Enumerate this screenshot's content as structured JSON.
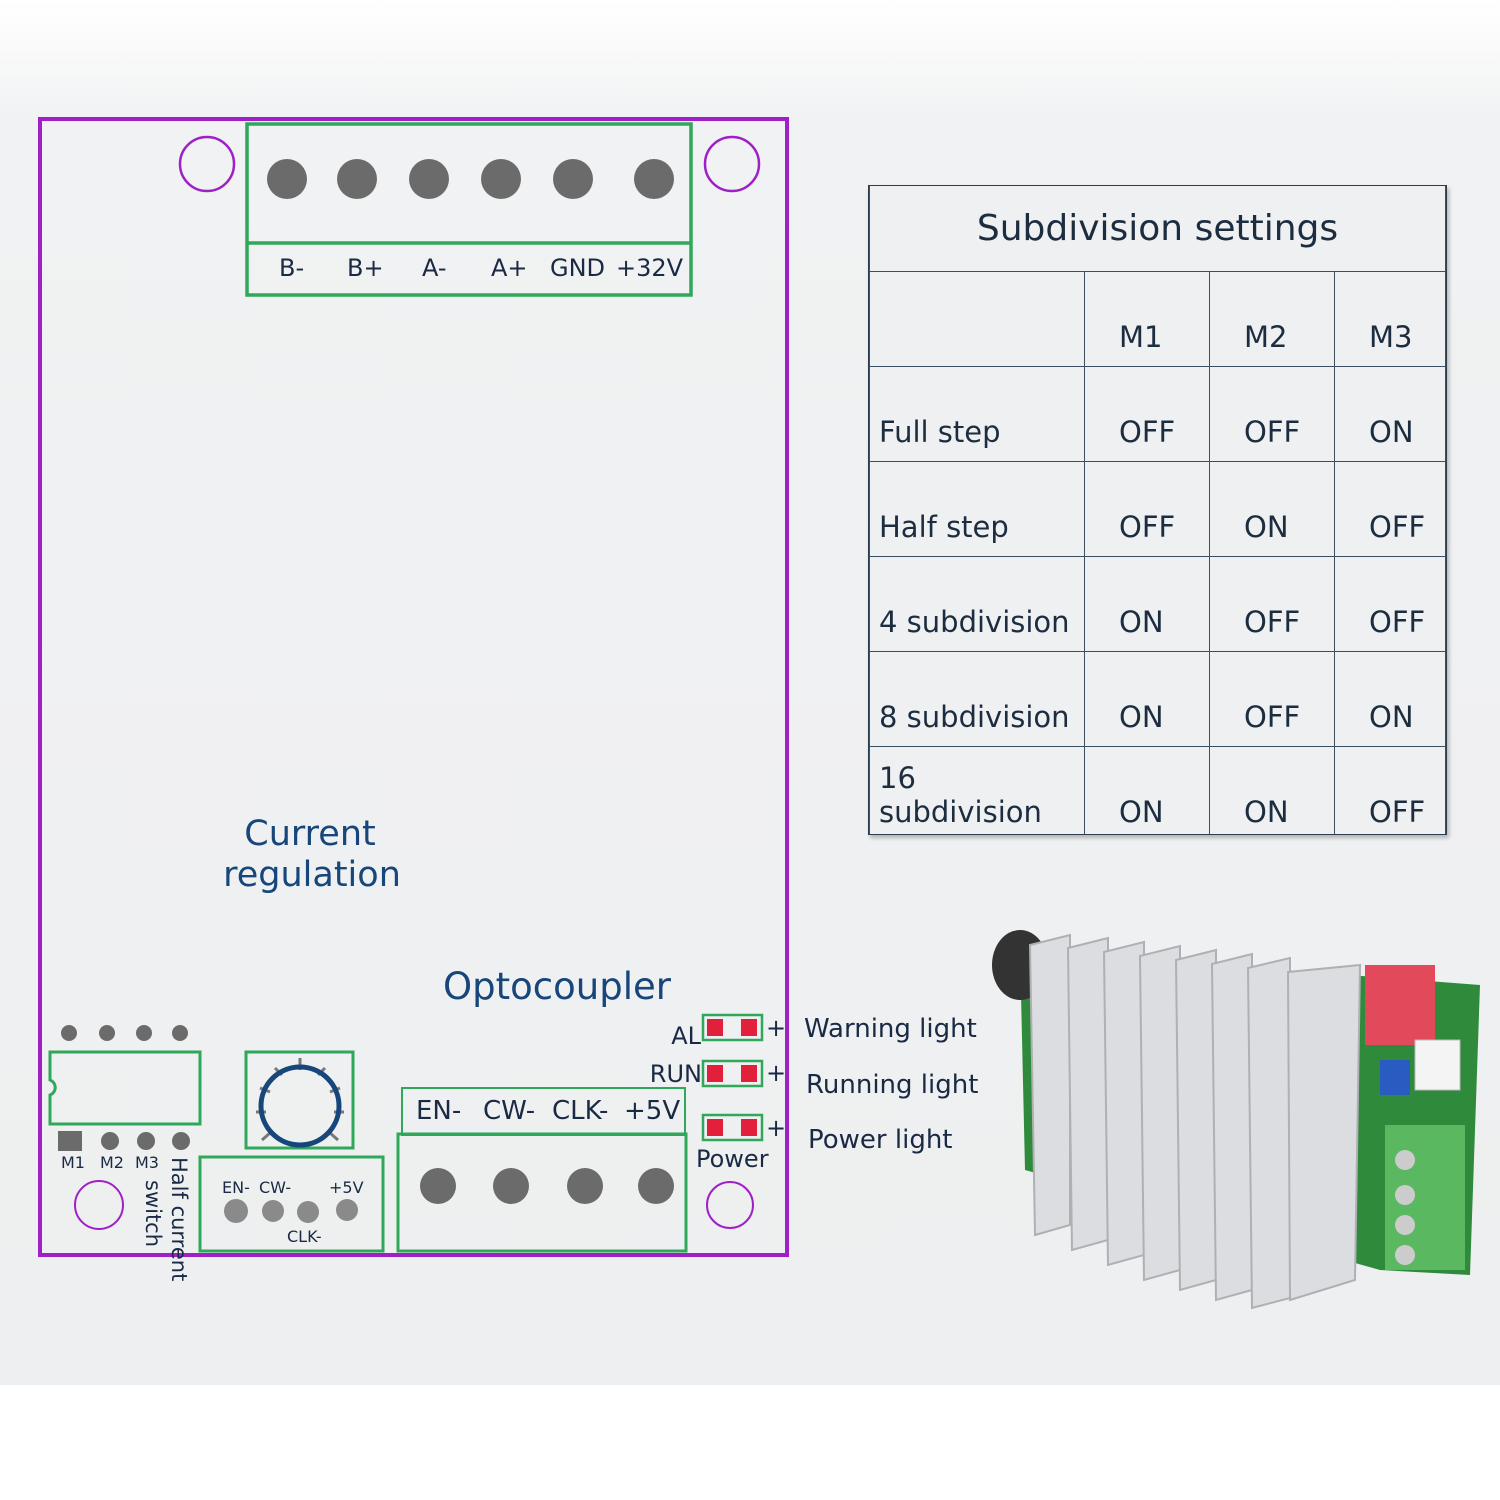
{
  "board": {
    "top_terminals": [
      "B-",
      "B+",
      "A-",
      "A+",
      "GND",
      "+32V"
    ],
    "current_regulation": [
      "Current",
      "regulation"
    ],
    "optocoupler": "Optocoupler",
    "dip_labels": [
      "M1",
      "M2",
      "M3"
    ],
    "half_current": [
      "Half current",
      "switch"
    ],
    "small_header": {
      "en": "EN-",
      "cw": "CW-",
      "v5": "+5V",
      "clk": "CLK-"
    },
    "bottom_terminals": [
      "EN-",
      "CW-",
      "CLK-",
      "+5V"
    ],
    "leds": [
      {
        "label": "AL",
        "plus": "+",
        "description": "Warning light"
      },
      {
        "label": "RUN",
        "plus": "+",
        "description": "Running light"
      },
      {
        "label": "Power",
        "plus": "+",
        "description": "Power light"
      }
    ],
    "colors": {
      "outline": "#a020c8",
      "component": "#2fa85a",
      "pad": "#6b6b6b",
      "led": "#e3203c",
      "text": "#17467a"
    }
  },
  "table": {
    "title": "Subdivision settings",
    "headers": [
      "",
      "M1",
      "M2",
      "M3"
    ],
    "rows": [
      [
        "Full step",
        "OFF",
        "OFF",
        "ON"
      ],
      [
        "Half step",
        "OFF",
        "ON",
        "OFF"
      ],
      [
        "4 subdivision",
        "ON",
        "OFF",
        "OFF"
      ],
      [
        "8 subdivision",
        "ON",
        "OFF",
        "ON"
      ],
      [
        "16 subdivision",
        "ON",
        "ON",
        "OFF"
      ]
    ]
  }
}
